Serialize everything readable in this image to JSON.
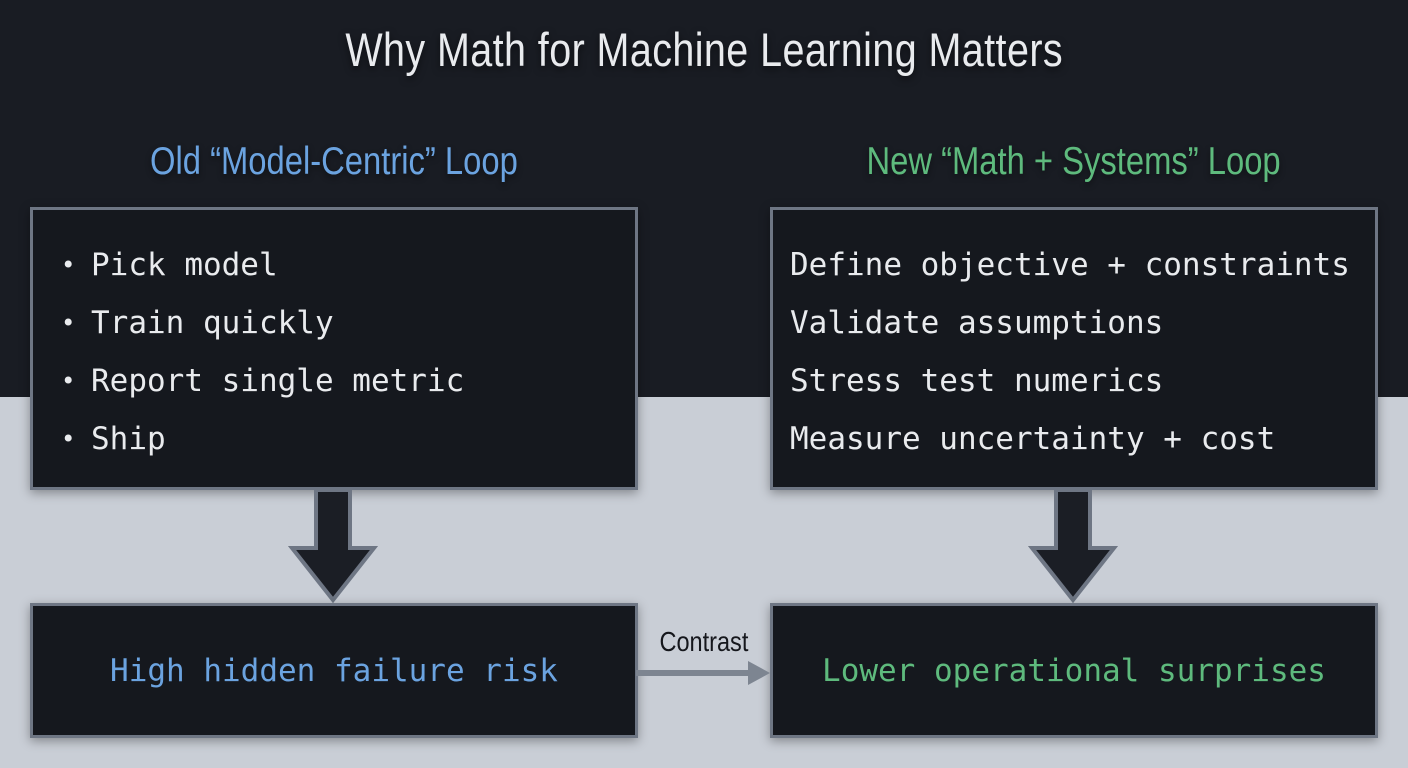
{
  "title": "Why Math for Machine Learning Matters",
  "columns": {
    "old": {
      "heading": "Old “Model-Centric” Loop",
      "bullet": "•",
      "items": [
        "Pick model",
        "Train quickly",
        "Report single metric",
        "Ship"
      ],
      "result": "High hidden failure risk"
    },
    "new": {
      "heading": "New “Math + Systems” Loop",
      "items": [
        "Define objective + constraints",
        "Validate assumptions",
        "Stress test numerics",
        "Measure uncertainty + cost"
      ],
      "result": "Lower operational surprises"
    }
  },
  "contrast": {
    "label": "Contrast"
  },
  "icons": {
    "down_arrow": "block-down-arrow",
    "contrast_arrow": "right-arrow"
  },
  "colors": {
    "bg-dark": "#191c23",
    "bg-light": "#c9ced6",
    "box-fill": "#15181e",
    "border-gray": "#6e7684",
    "text-light": "#e9ebee",
    "accent-blue": "#6ba3e0",
    "accent-green": "#5eba7d",
    "contrast-text": "#15171c",
    "arrow-gray": "#7d8591"
  }
}
